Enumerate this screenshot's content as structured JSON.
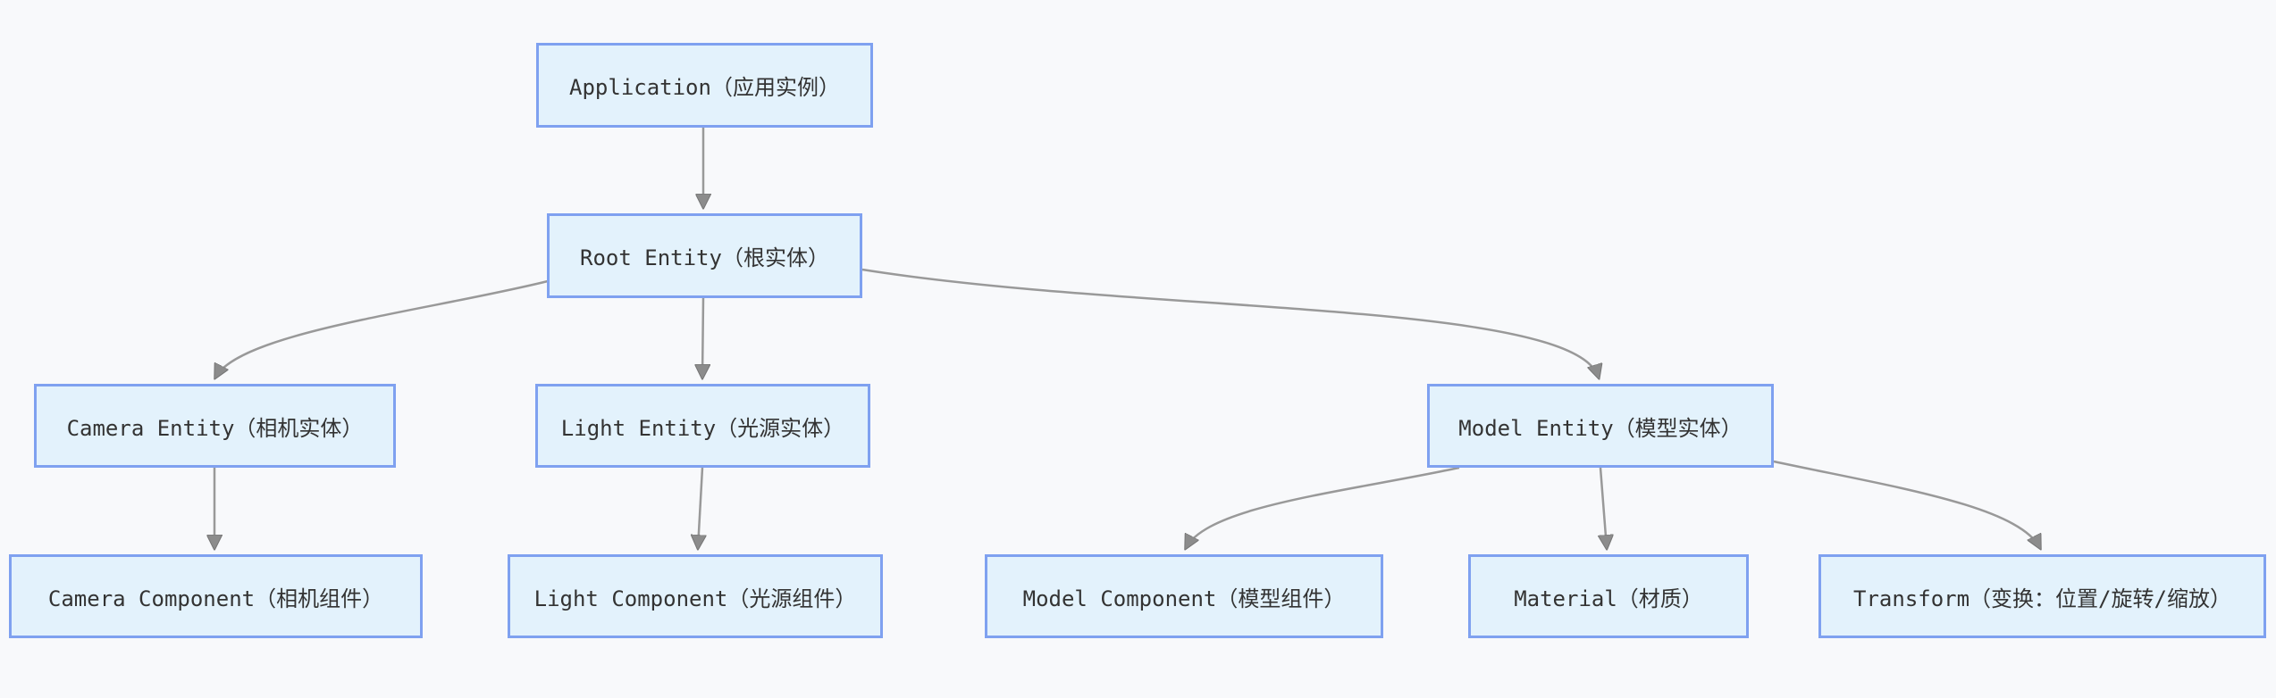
{
  "diagram": {
    "type": "flowchart-top-down",
    "colors": {
      "background": "#F8F9FB",
      "node_fill": "#E3F2FC",
      "node_border": "#7FA1F0",
      "edge_line": "#999999",
      "arrowhead": "#8C8C8C",
      "text": "#333333"
    },
    "nodes": [
      {
        "id": "app",
        "label": "Application（应用实例）"
      },
      {
        "id": "root",
        "label": "Root Entity（根实体）"
      },
      {
        "id": "camera",
        "label": "Camera Entity（相机实体）"
      },
      {
        "id": "light",
        "label": "Light Entity（光源实体）"
      },
      {
        "id": "model",
        "label": "Model Entity（模型实体）"
      },
      {
        "id": "cameracomp",
        "label": "Camera Component（相机组件）"
      },
      {
        "id": "lightcomp",
        "label": "Light Component（光源组件）"
      },
      {
        "id": "modelcomp",
        "label": "Model Component（模型组件）"
      },
      {
        "id": "material",
        "label": "Material（材质）"
      },
      {
        "id": "transform",
        "label": "Transform（变换：位置/旋转/缩放）"
      }
    ],
    "edges": [
      {
        "from": "app",
        "to": "root"
      },
      {
        "from": "root",
        "to": "camera"
      },
      {
        "from": "root",
        "to": "light"
      },
      {
        "from": "root",
        "to": "model"
      },
      {
        "from": "camera",
        "to": "cameracomp"
      },
      {
        "from": "light",
        "to": "lightcomp"
      },
      {
        "from": "model",
        "to": "modelcomp"
      },
      {
        "from": "model",
        "to": "material"
      },
      {
        "from": "model",
        "to": "transform"
      }
    ]
  }
}
